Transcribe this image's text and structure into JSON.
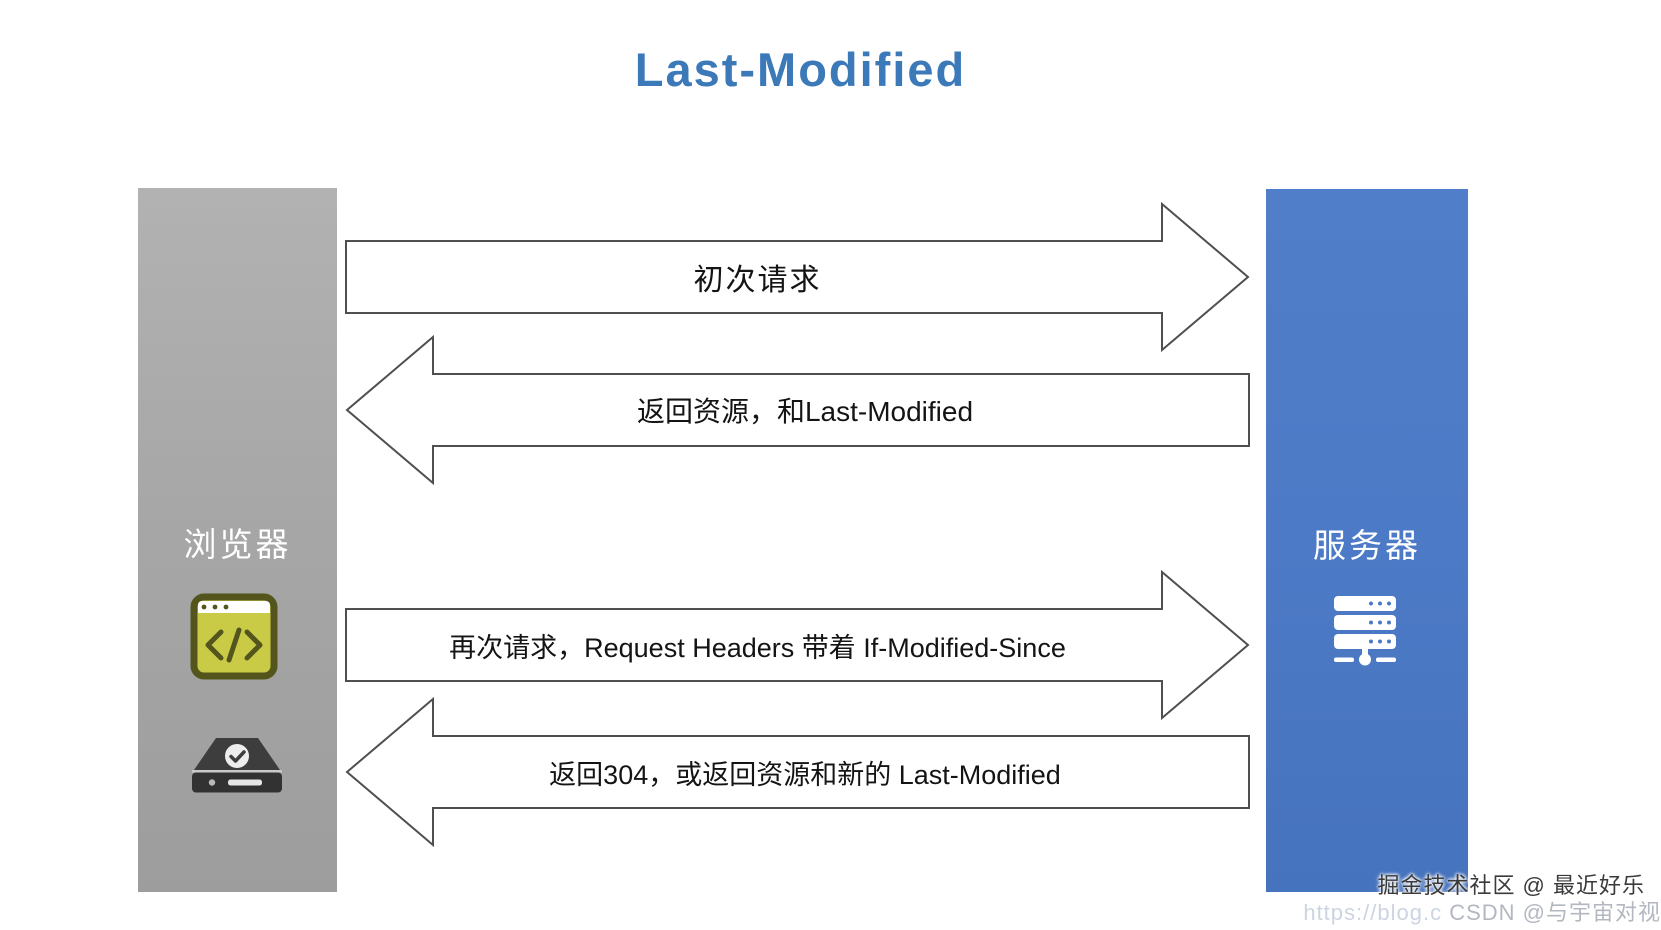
{
  "title": "Last-Modified",
  "actors": {
    "browser": {
      "label": "浏览器"
    },
    "server": {
      "label": "服务器"
    }
  },
  "arrows": [
    {
      "direction": "right",
      "label": "初次请求"
    },
    {
      "direction": "left",
      "label": "返回资源，和Last-Modified"
    },
    {
      "direction": "right",
      "label": "再次请求，Request Headers 带着 If-Modified-Since"
    },
    {
      "direction": "left",
      "label": "返回304，或返回资源和新的 Last-Modified"
    }
  ],
  "watermark": {
    "line1": "掘金技术社区 @ 最近好乐",
    "line2_url": "https://blog.c",
    "line2_text": "CSDN @与宇宙对视"
  },
  "icons": {
    "browser": "browser-code-window-icon",
    "disk": "hard-drive-check-icon",
    "server": "server-rack-icon"
  },
  "colors": {
    "title_blue": "#3b79b8",
    "browser_panel_gray": "#a7a7a7",
    "server_panel_blue": "#4d7ac6",
    "arrow_fill": "#ffffff",
    "arrow_stroke": "#4f4f4f",
    "browser_icon_olive": "#c9cb47",
    "browser_icon_border": "#54551c",
    "disk_icon_dark": "#3a3a3a",
    "server_icon_white": "#ffffff"
  }
}
